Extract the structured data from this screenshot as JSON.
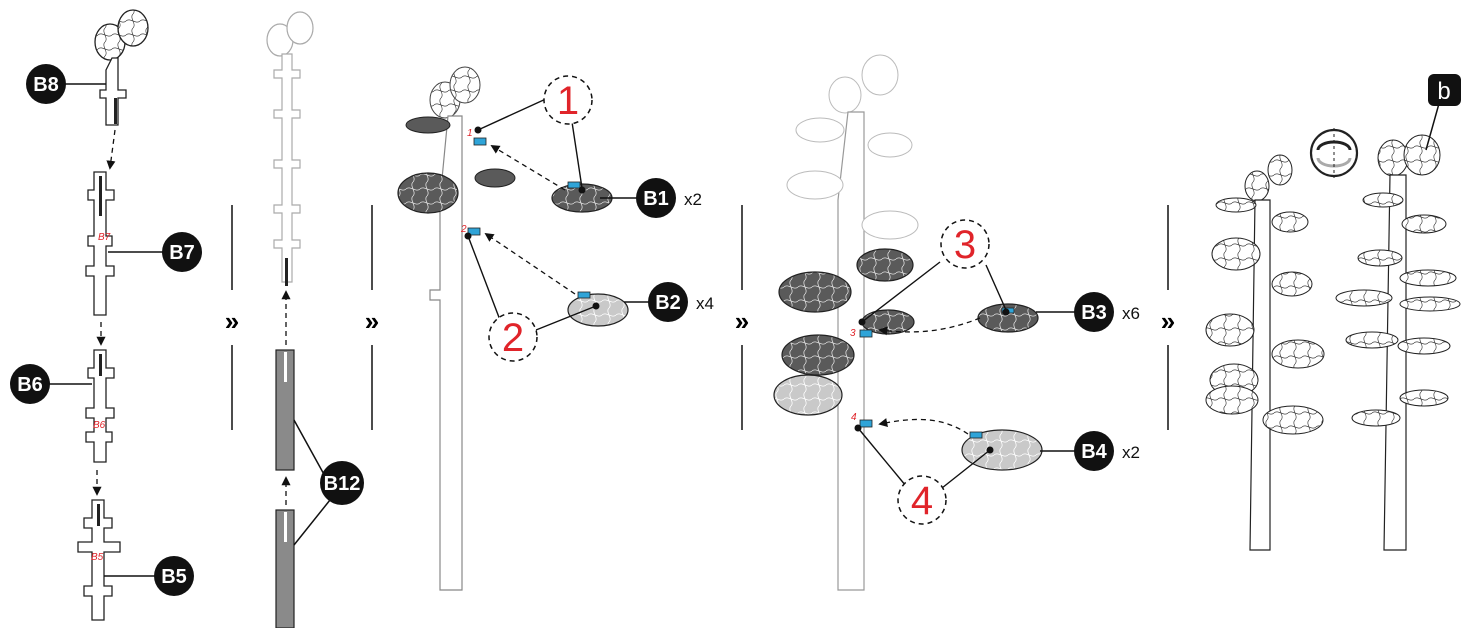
{
  "parts": {
    "b8": "B8",
    "b7": "B7",
    "b6": "B6",
    "b5": "B5",
    "b12": "B12",
    "b1": "B1",
    "b2": "B2",
    "b3": "B3",
    "b4": "B4"
  },
  "quantities": {
    "b1": "x2",
    "b2": "x4",
    "b3": "x6",
    "b4": "x2"
  },
  "steps": {
    "s1": "1",
    "s2": "2",
    "s3": "3",
    "s4": "4"
  },
  "slot_marks": {
    "m1": "1",
    "m2": "2",
    "m3": "3",
    "m4": "4"
  },
  "stamps": {
    "b7": "B7",
    "b6": "B6",
    "b5": "B5"
  },
  "panel_tag": "b",
  "separator_glyph": "»",
  "colors": {
    "dark_leaf": "#5a5a5a",
    "light_leaf": "#c9c9c9",
    "connector": "#9a9a9a",
    "slot_blue": "#2fa4d8",
    "callout_red": "#e0242a",
    "label_bg": "#111111"
  }
}
